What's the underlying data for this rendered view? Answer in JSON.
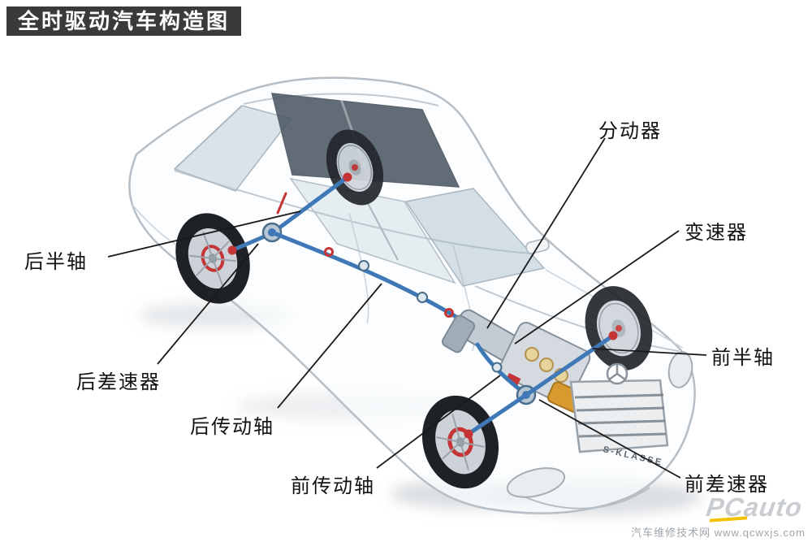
{
  "title": "全时驱动汽车构造图",
  "parts": {
    "transfer_case": "分动器",
    "transmission": "变速器",
    "front_half_shaft": "前半轴",
    "rear_half_shaft": "后半轴",
    "rear_differential": "后差速器",
    "rear_drive_shaft": "后传动轴",
    "front_drive_shaft": "前传动轴",
    "front_differential": "前差速器"
  },
  "car": {
    "badge": "S-KLASSE"
  },
  "watermark": {
    "logo_text": "PCauto",
    "site_name": "汽车维修技术网",
    "url": "www.qcwxjs.com"
  },
  "colors": {
    "banner_bg": "#3a3a3a",
    "banner_text": "#ffffff",
    "label_text": "#111111",
    "leader_line": "#1a1a1a",
    "driveline_blue": "#3e78b6",
    "brake_red": "#c63536",
    "engine_gold": "#d89a2e",
    "watermark_gray": "#9fa6ad",
    "logo_yellow": "#f2c200"
  }
}
